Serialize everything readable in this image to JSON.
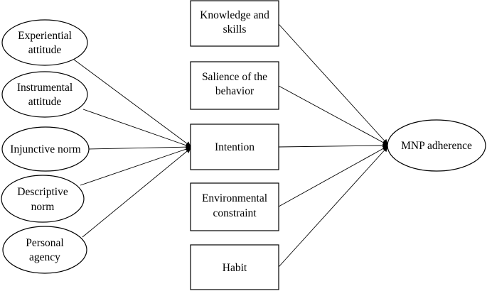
{
  "nodes": {
    "experiential_attitude": [
      "Experiential",
      "attitude"
    ],
    "instrumental_attitude": [
      "Instrumental",
      "attitude"
    ],
    "injunctive_norm": [
      "Injunctive norm"
    ],
    "descriptive_norm": [
      "Descriptive",
      "norm"
    ],
    "personal_agency": [
      "Personal",
      "agency"
    ],
    "knowledge_skills": [
      "Knowledge and",
      "skills"
    ],
    "salience": [
      "Salience of the",
      "behavior"
    ],
    "intention": [
      "Intention"
    ],
    "environmental_constraint": [
      "Environmental",
      "constraint"
    ],
    "habit": [
      "Habit"
    ],
    "mnp_adherence": [
      "MNP adherence"
    ]
  }
}
